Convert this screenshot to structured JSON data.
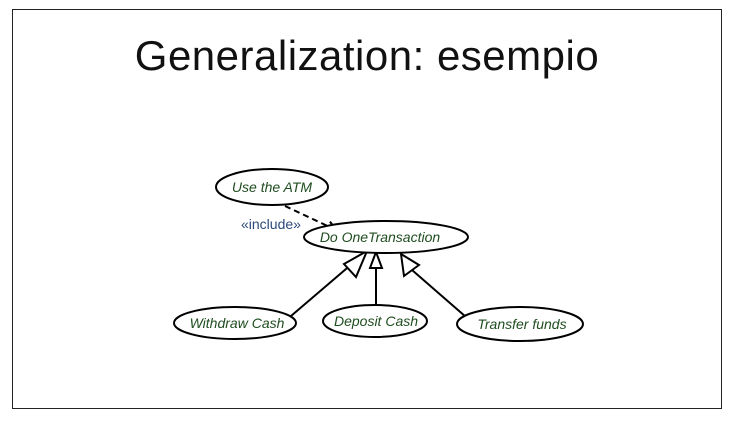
{
  "slide": {
    "title": "Generalization: esempio"
  },
  "diagram": {
    "use_cases": {
      "use_atm": "Use the ATM",
      "do_transaction": "Do OneTransaction",
      "withdraw": "Withdraw Cash",
      "deposit": "Deposit Cash",
      "transfer": "Transfer funds"
    },
    "include_label": "«include»",
    "colors": {
      "use_case_text": "#1f4d1f",
      "stereotype_text": "#2b4a7a",
      "lines": "#000000"
    }
  }
}
